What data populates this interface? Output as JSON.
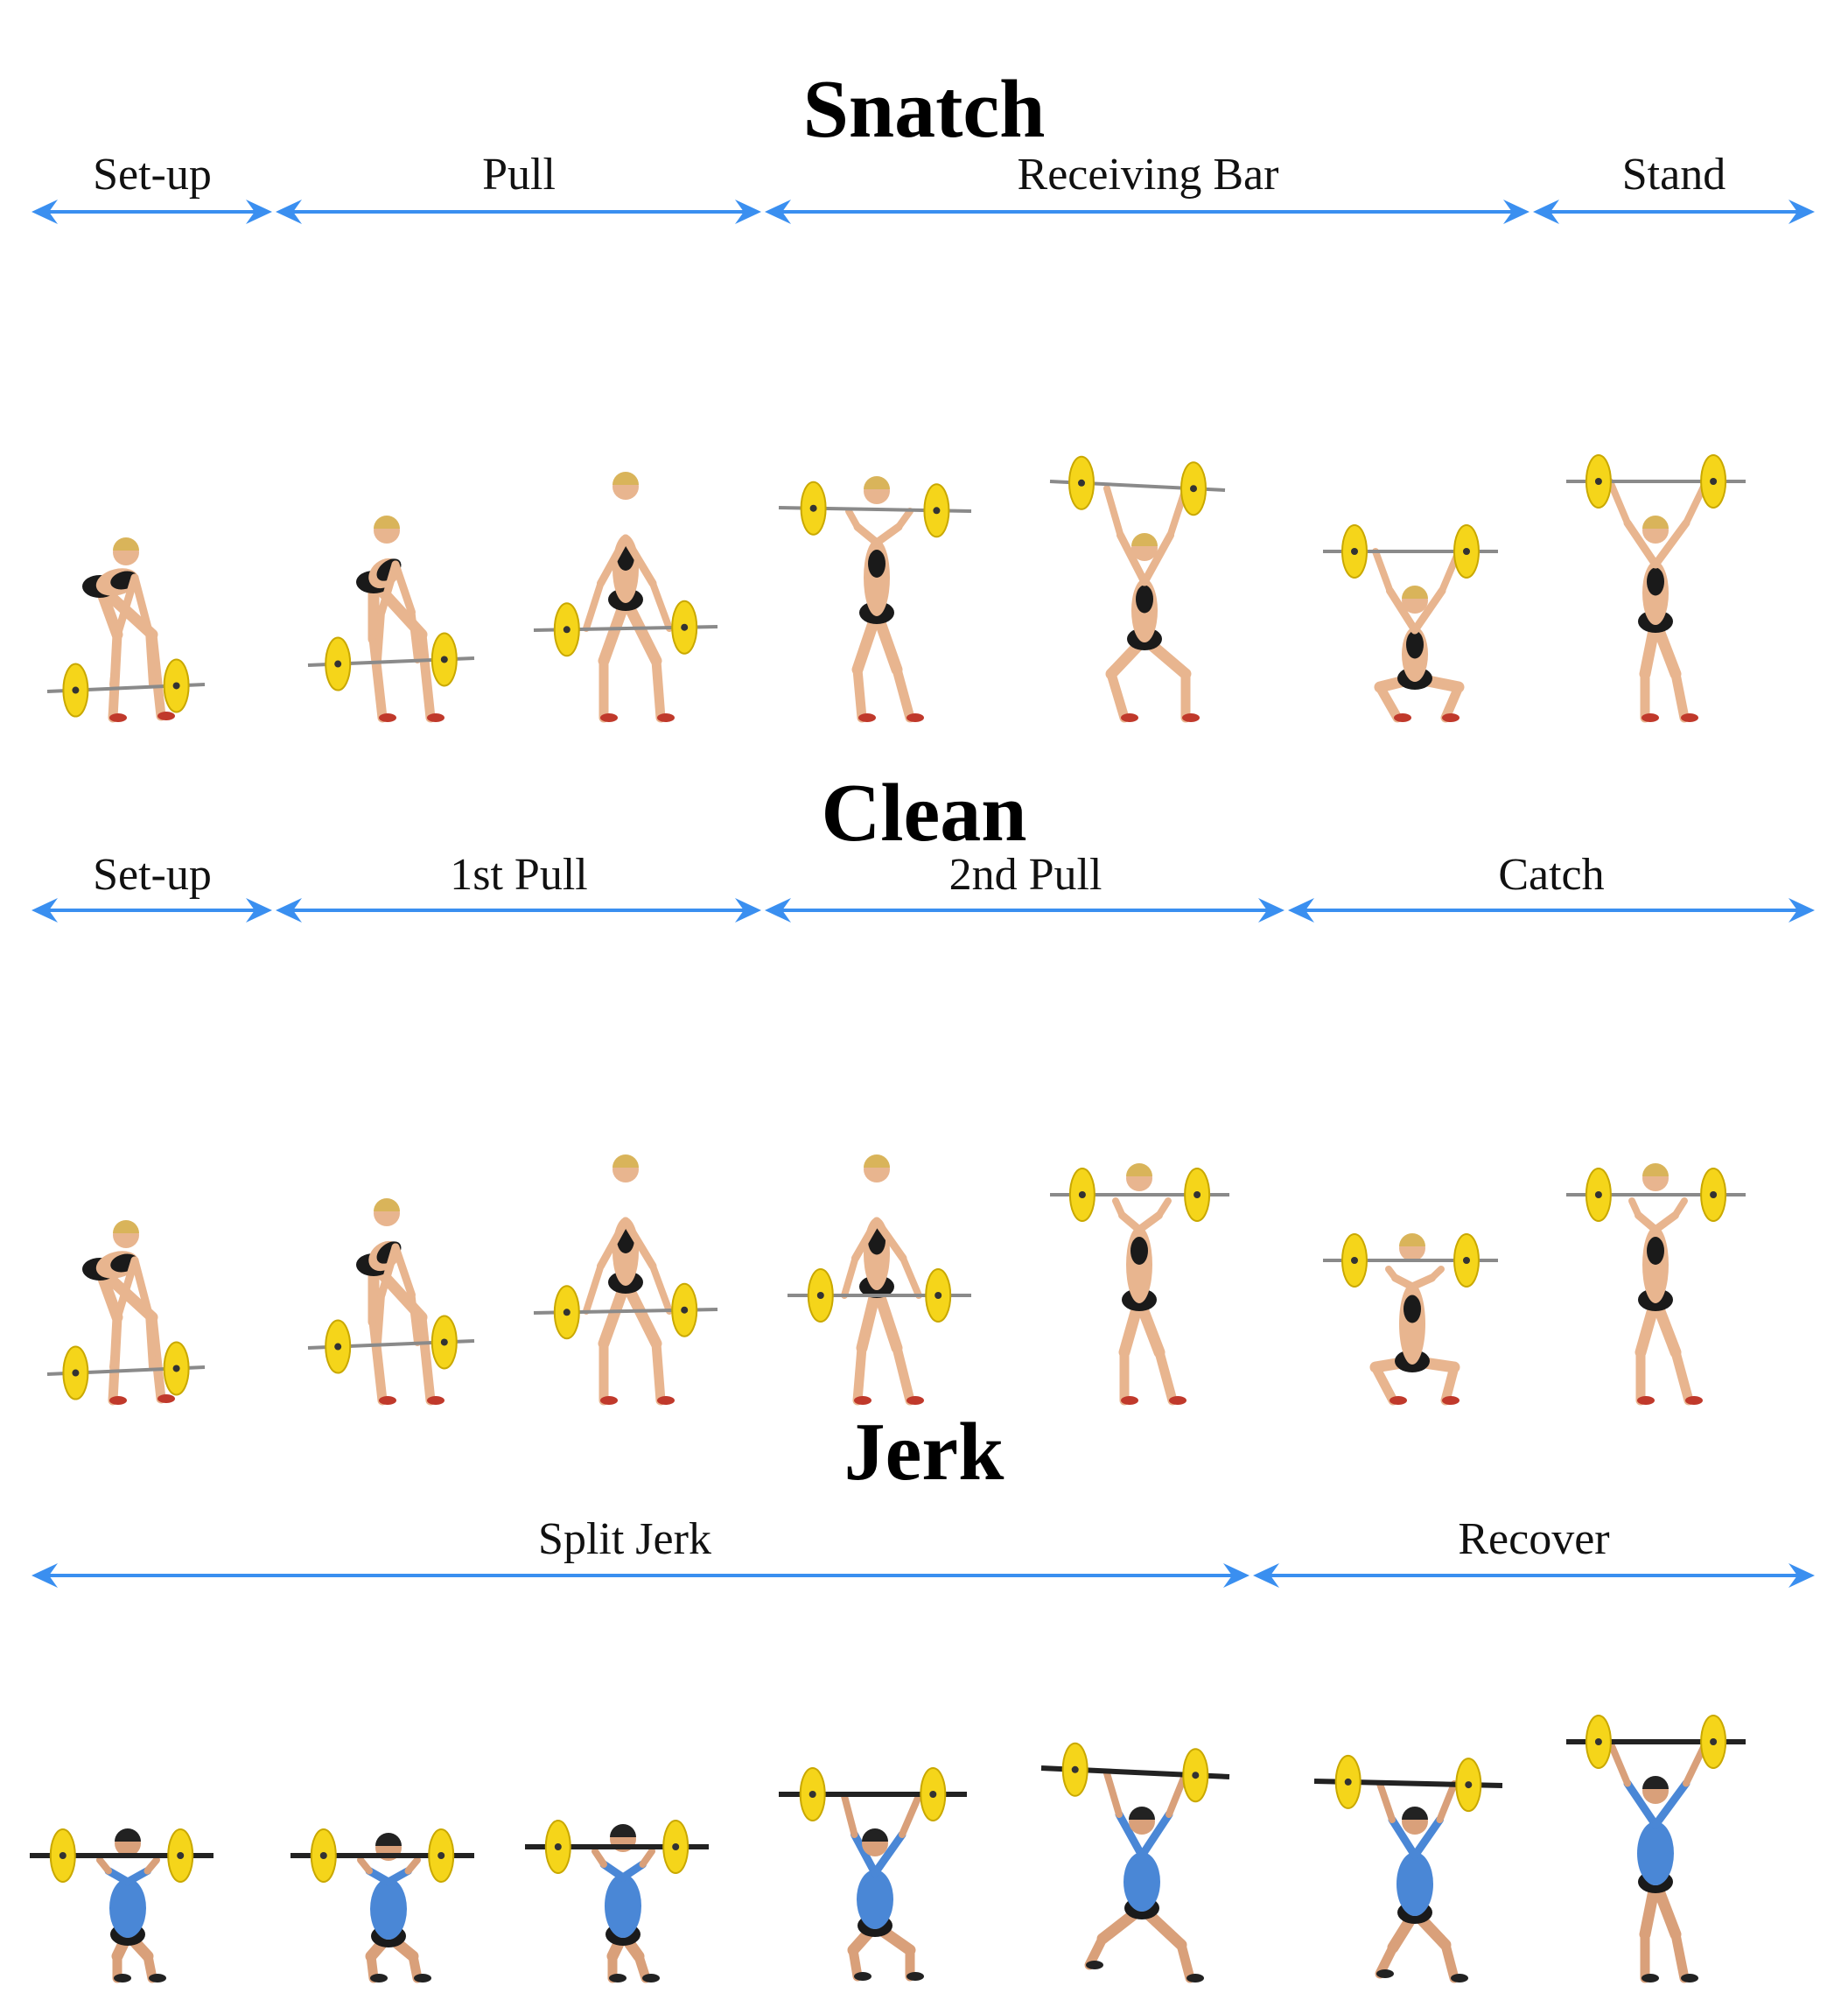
{
  "accent_color": "#3a8ff0",
  "plate_color": "#f5d51a",
  "sections": [
    {
      "title": "Snatch",
      "phases": [
        "Set-up",
        "Pull",
        "Receiving Bar",
        "Stand"
      ],
      "athlete": "female",
      "frames": [
        "setup",
        "pull-low",
        "pull-high",
        "front-rack-high",
        "overhead-squat-half",
        "overhead-squat-deep",
        "overhead-stand"
      ]
    },
    {
      "title": "Clean",
      "phases": [
        "Set-up",
        "1st Pull",
        "2nd Pull",
        "Catch"
      ],
      "athlete": "female",
      "frames": [
        "setup",
        "pull-low",
        "pull-high",
        "hang",
        "front-rack-stand",
        "front-squat-deep",
        "front-rack-stand"
      ]
    },
    {
      "title": "Jerk",
      "phases": [
        "Split Jerk",
        "Recover"
      ],
      "athlete": "male",
      "frames": [
        "front-rack",
        "dip",
        "drive",
        "jump",
        "split",
        "recover",
        "overhead-stand"
      ]
    }
  ]
}
